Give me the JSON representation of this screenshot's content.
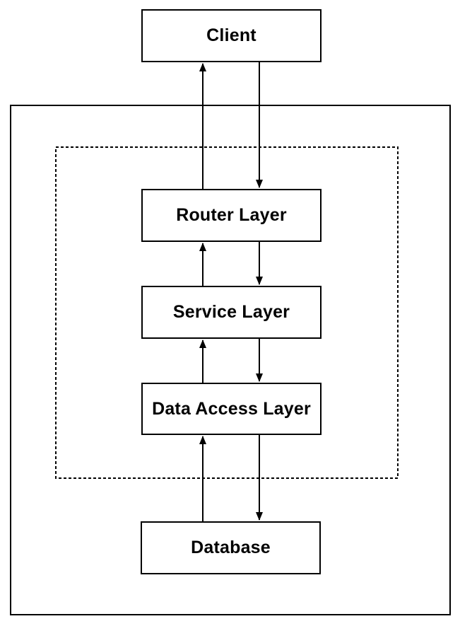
{
  "diagram": {
    "type": "layered-architecture",
    "nodes": [
      {
        "id": "client",
        "label": "Client"
      },
      {
        "id": "router-layer",
        "label": "Router Layer"
      },
      {
        "id": "service-layer",
        "label": "Service Layer"
      },
      {
        "id": "data-access-layer",
        "label": "Data Access Layer"
      },
      {
        "id": "database",
        "label": "Database"
      }
    ],
    "containers": [
      {
        "id": "outer-boundary",
        "border_style": "solid",
        "contains": [
          "router-layer",
          "service-layer",
          "data-access-layer",
          "database"
        ]
      },
      {
        "id": "dashed-boundary",
        "border_style": "dashed",
        "contains": [
          "router-layer",
          "service-layer",
          "data-access-layer"
        ]
      }
    ],
    "connections": [
      {
        "from": "client",
        "to": "router-layer",
        "bidirectional": true
      },
      {
        "from": "router-layer",
        "to": "service-layer",
        "bidirectional": true
      },
      {
        "from": "service-layer",
        "to": "data-access-layer",
        "bidirectional": true
      },
      {
        "from": "data-access-layer",
        "to": "database",
        "bidirectional": true
      }
    ],
    "colors": {
      "background": "#ffffff",
      "line": "#000000",
      "box_fill": "#ffffff",
      "text": "#000000"
    }
  }
}
